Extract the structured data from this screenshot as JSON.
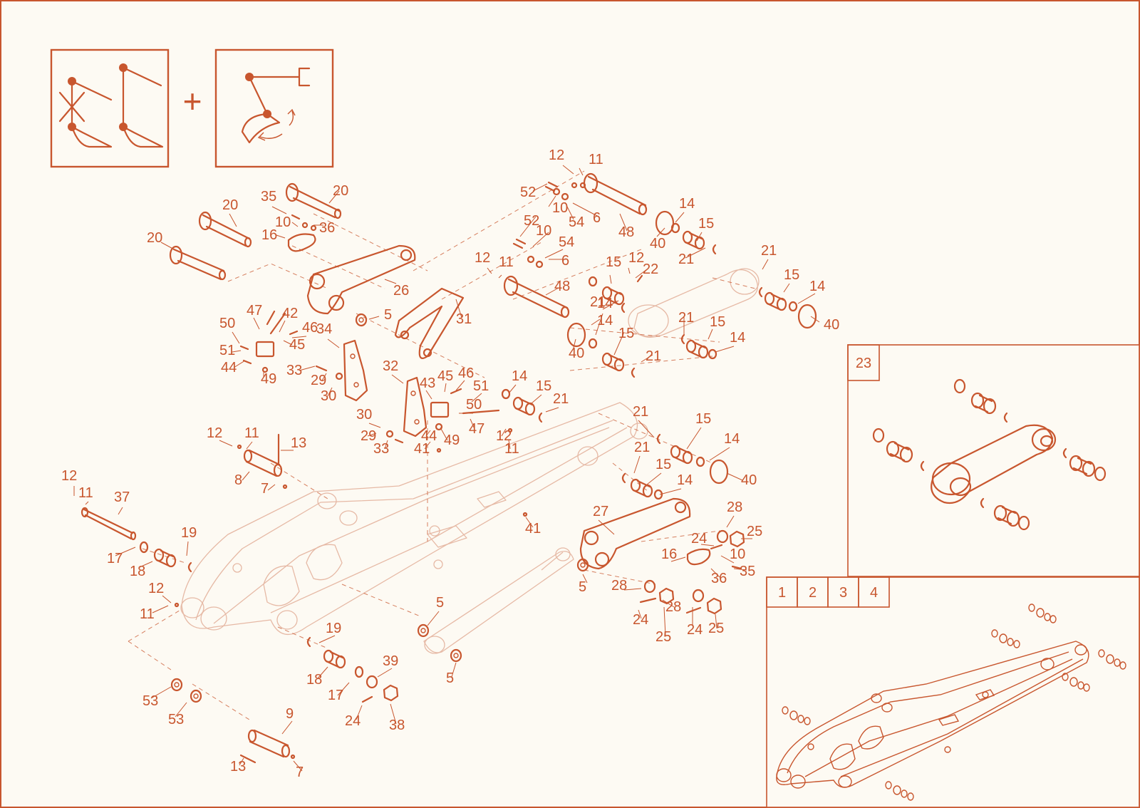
{
  "colors": {
    "accent": "#c8562e",
    "ghost": "#e6b9a5",
    "background": "#fdfaf3"
  },
  "header_icons": {
    "left": "boom-configuration-icon",
    "plus": "+",
    "right": "bucket-tilt-icon"
  },
  "part_labels": [
    "12",
    "11",
    "52",
    "10",
    "54",
    "6",
    "48",
    "40",
    "14",
    "15",
    "21",
    "20",
    "35",
    "10",
    "36",
    "16",
    "20",
    "20",
    "26",
    "5",
    "52",
    "10",
    "54",
    "6",
    "12",
    "11",
    "48",
    "40",
    "14",
    "15",
    "21",
    "22",
    "12",
    "21",
    "15",
    "14",
    "40",
    "21",
    "15",
    "14",
    "21",
    "15",
    "14",
    "31",
    "47",
    "42",
    "46",
    "50",
    "45",
    "51",
    "44",
    "49",
    "34",
    "33",
    "29",
    "30",
    "32",
    "43",
    "45",
    "46",
    "51",
    "50",
    "47",
    "12",
    "11",
    "44",
    "49",
    "29",
    "30",
    "33",
    "41",
    "14",
    "15",
    "21",
    "21",
    "15",
    "14",
    "40",
    "21",
    "15",
    "14",
    "12",
    "11",
    "13",
    "8",
    "7",
    "12",
    "11",
    "37",
    "17",
    "18",
    "19",
    "12",
    "11",
    "41",
    "27",
    "5",
    "28",
    "25",
    "24",
    "16",
    "10",
    "36",
    "35",
    "28",
    "28",
    "24",
    "25",
    "24",
    "25",
    "5",
    "5",
    "19",
    "18",
    "17",
    "39",
    "24",
    "38",
    "53",
    "53",
    "9",
    "13",
    "7"
  ],
  "inset_linkage": {
    "index": "23"
  },
  "inset_boom": {
    "variants": [
      "1",
      "2",
      "3",
      "4"
    ]
  }
}
